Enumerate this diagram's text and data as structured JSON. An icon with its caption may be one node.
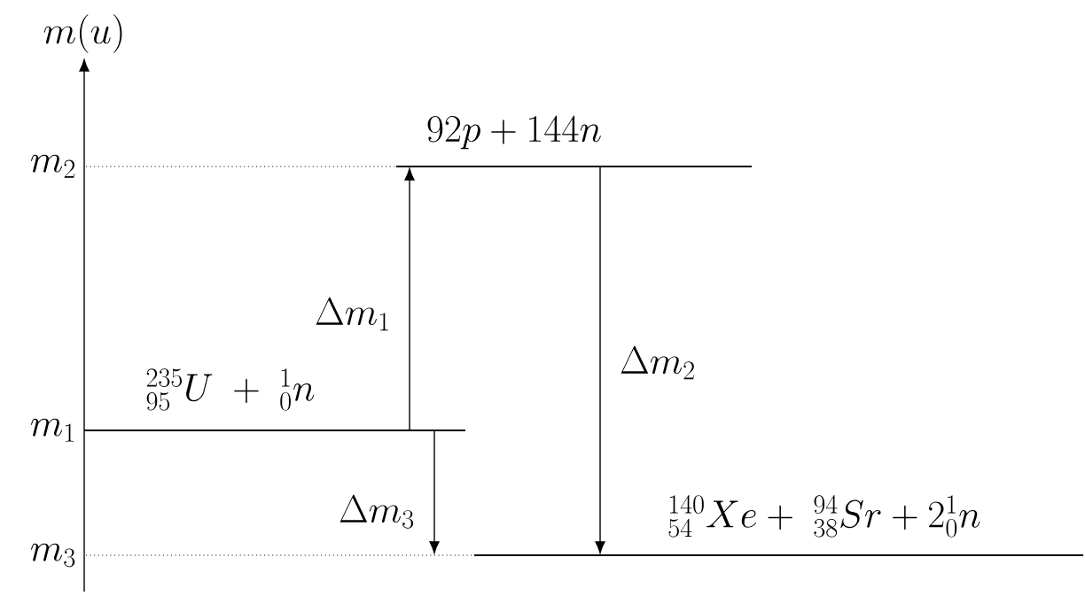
{
  "diagram": {
    "nodes": [
      {
        "text": [
          "92p + 144n"
        ]
      },
      {
        "text": [
          "{}^{235}_{95}U \\ + \\ {}^{1}_{0}n"
        ]
      },
      {
        "text": [
          "{}^{140}_{54}Xe + \\ {}^{94}_{38}Sr + 2{}^{1}_{0}n"
        ]
      }
    ],
    "edges": [
      {
        "from": 1,
        "to": 0,
        "arrow": "to",
        "label": "\\Delta m_1"
      },
      {
        "from": 0,
        "to": 2,
        "arrow": "to",
        "label": "\\Delta m_2"
      },
      {
        "from": 1,
        "to": 2,
        "arrow": "to",
        "label": "\\Delta m_3"
      }
    ],
    "labels": [
      "m(u)",
      "m_2",
      "m_1",
      "m_3"
    ]
  }
}
